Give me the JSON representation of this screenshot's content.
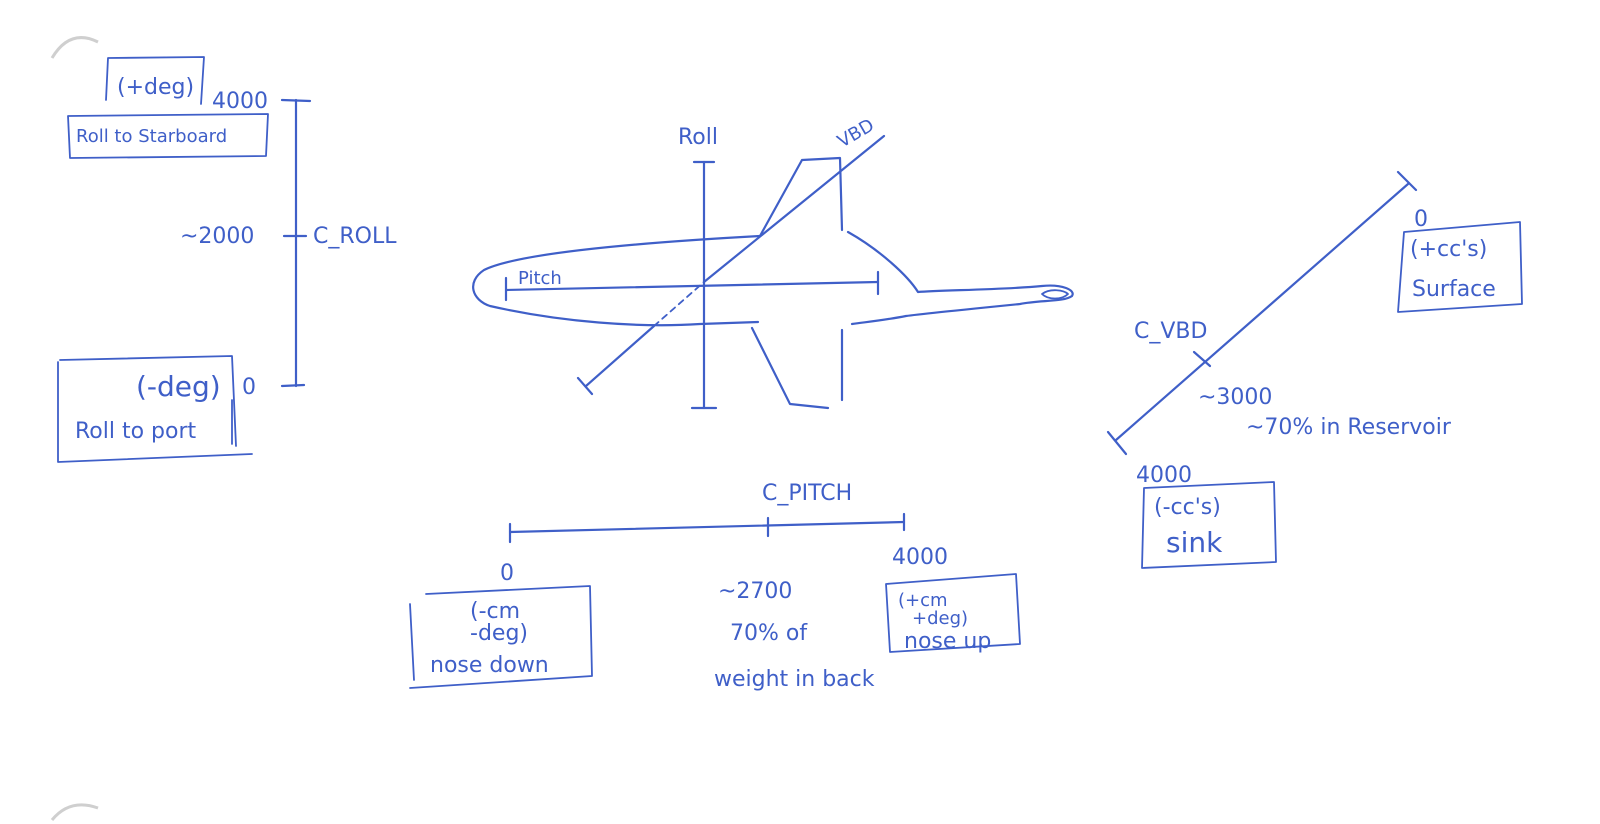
{
  "roll_scale": {
    "title": "C_ROLL",
    "max_value": "4000",
    "mid_value": "~2000",
    "min_value": "0",
    "max_box": {
      "sign": "(+deg)",
      "label": "Roll to Starboard"
    },
    "min_box": {
      "sign": "(-deg)",
      "label": "Roll to port"
    }
  },
  "glider": {
    "roll_axis_label": "Roll",
    "vbd_axis_label": "VBD",
    "pitch_axis_label": "Pitch"
  },
  "pitch_scale": {
    "title": "C_PITCH",
    "min_value": "0",
    "max_value": "4000",
    "mid_value": "~2700",
    "mid_note_line1": "70% of",
    "mid_note_line2": "weight in back",
    "min_box": {
      "line1": "(-cm",
      "line2": "-deg)",
      "line3": "nose down"
    },
    "max_box": {
      "line1": "(+cm",
      "line2": "+deg)",
      "line3": "nose up"
    }
  },
  "vbd_scale": {
    "title": "C_VBD",
    "top_value": "0",
    "bottom_value": "4000",
    "mid_value": "~3000",
    "mid_note": "~70% in Reservoir",
    "top_box": {
      "line1": "(+cc's)",
      "line2": "Surface"
    },
    "bottom_box": {
      "line1": "(-cc's)",
      "line2": "sink"
    }
  },
  "colors": {
    "ink": "#3f5fc8",
    "paper": "#ffffff"
  }
}
